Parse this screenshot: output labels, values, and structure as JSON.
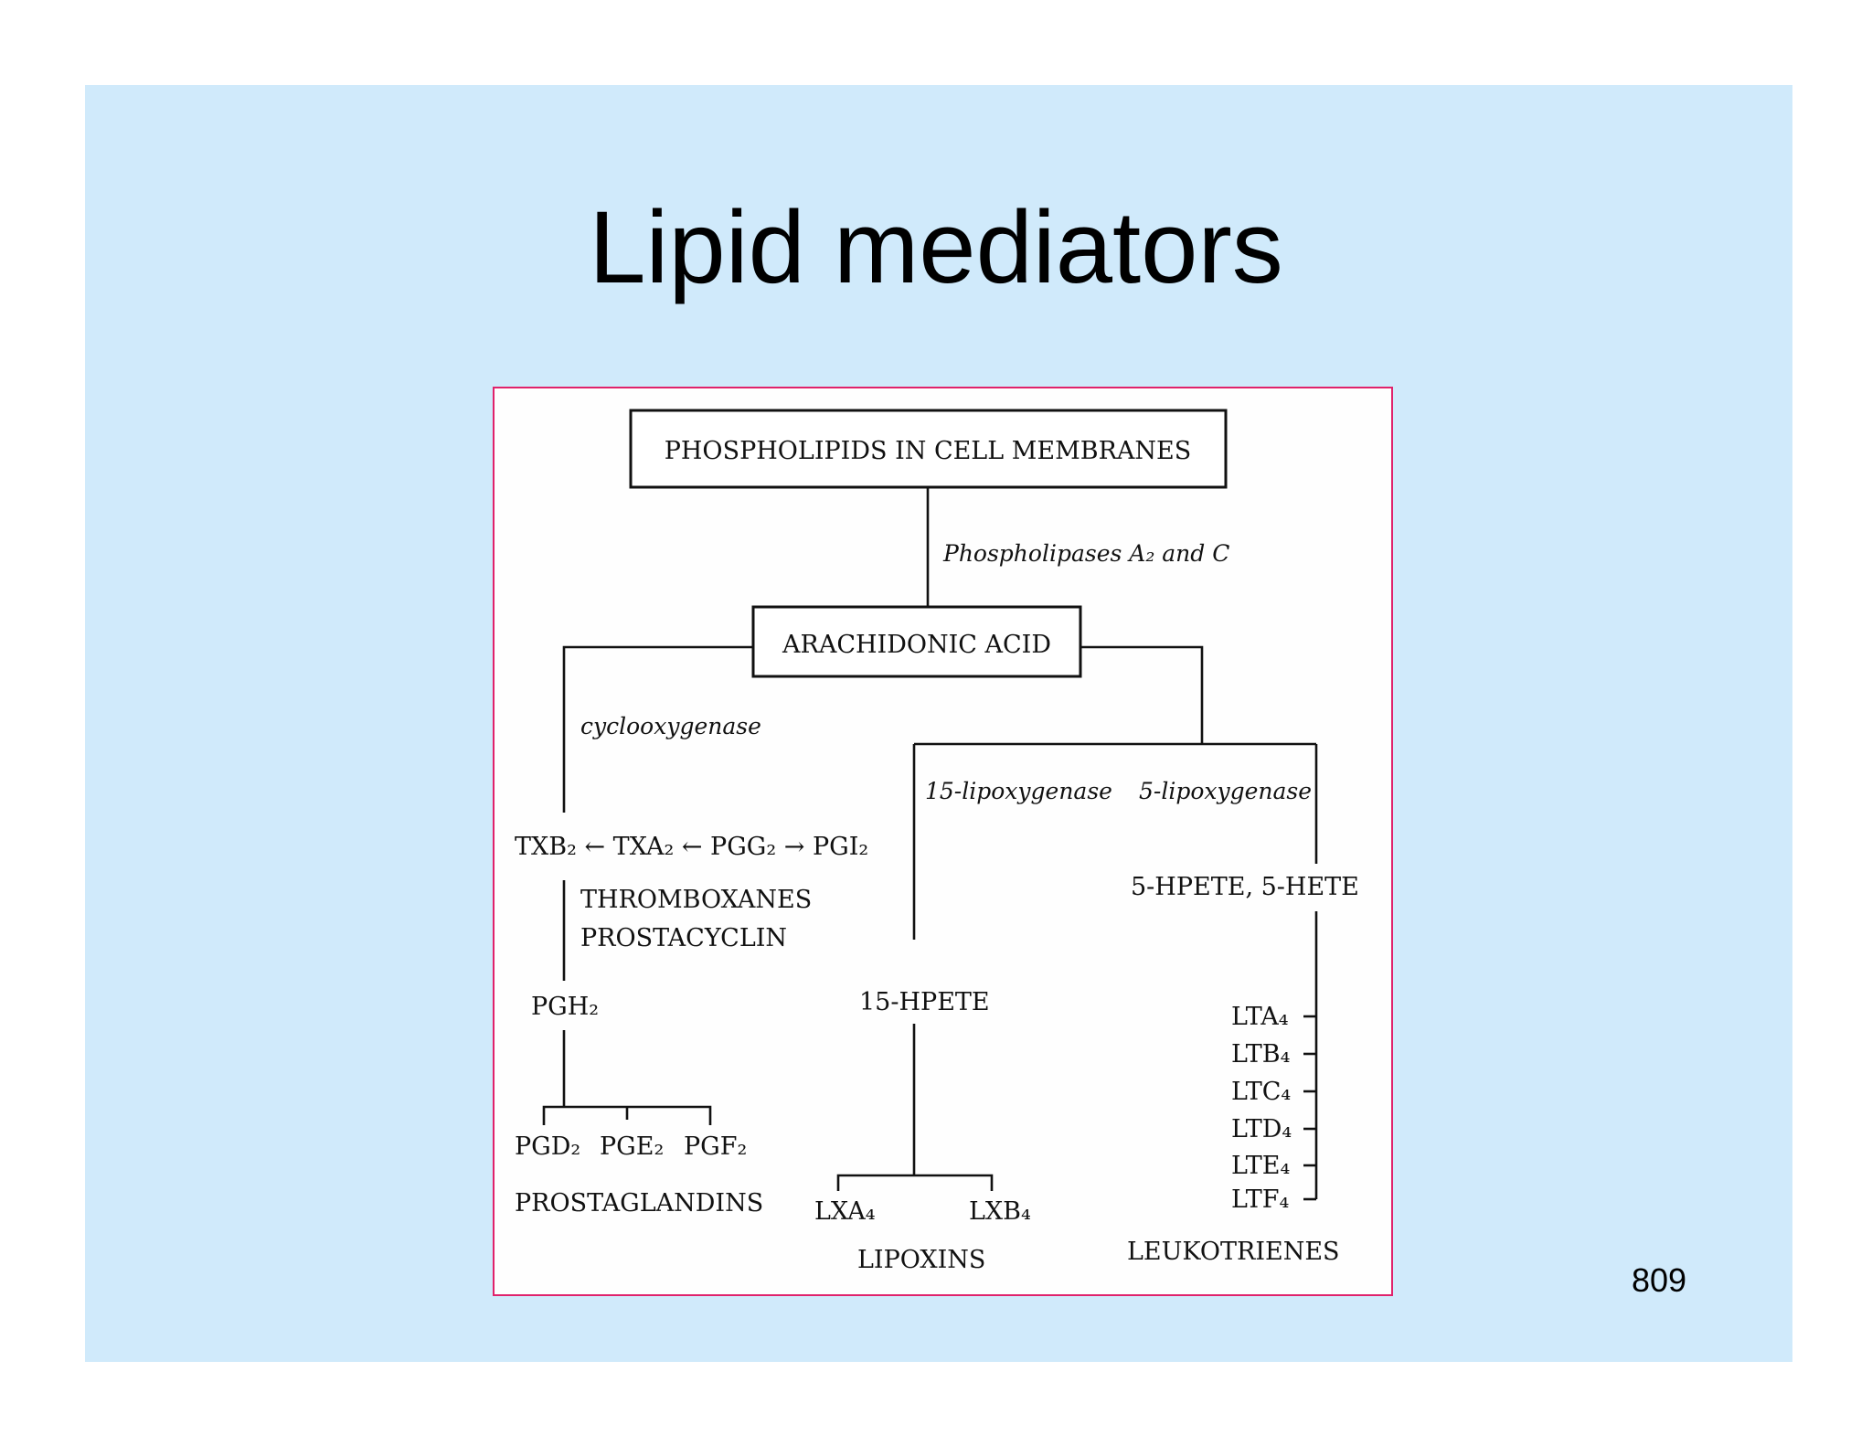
{
  "slide": {
    "title": "Lipid mediators",
    "page_number": "809",
    "colors": {
      "background": "#d0eafb",
      "figure_border": "#e0226b"
    }
  },
  "diagram": {
    "phospholipids_box": "PHOSPHOLIPIDS IN CELL MEMBRANES",
    "phospholipases": "Phospholipases A₂ and C",
    "arachidonic_box": "ARACHIDONIC ACID",
    "cyclooxygenase": "cyclooxygenase",
    "lipoxygenase_15": "15-lipoxygenase",
    "lipoxygenase_5": "5-lipoxygenase",
    "cox_chain": "TXB₂ ← TXA₂ ← PGG₂ → PGI₂",
    "thromboxanes": "THROMBOXANES",
    "prostacyclin": "PROSTACYCLIN",
    "pgh2": "PGH₂",
    "prostaglandin_items": [
      "PGD₂",
      "PGE₂",
      "PGF₂"
    ],
    "prostaglandins": "PROSTAGLANDINS",
    "hpete15": "15-HPETE",
    "lipoxin_items": [
      "LXA₄",
      "LXB₄"
    ],
    "lipoxins": "LIPOXINS",
    "hpete5": "5-HPETE, 5-HETE",
    "leukotriene_items": [
      "LTA₄",
      "LTB₄",
      "LTC₄",
      "LTD₄",
      "LTE₄",
      "LTF₄"
    ],
    "leukotrienes": "LEUKOTRIENES"
  }
}
